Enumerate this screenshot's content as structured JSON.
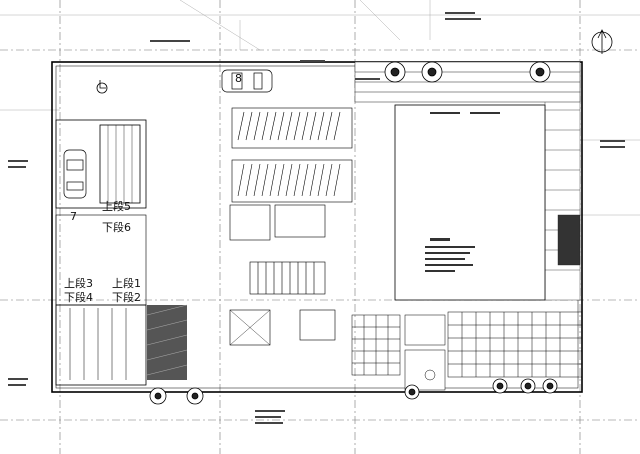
{
  "parking": {
    "label_7": "7",
    "upper_5": "上段5",
    "lower_6": "下段6",
    "upper_3": "上段3",
    "upper_1": "上段1",
    "lower_4": "下段4",
    "lower_2": "下段2",
    "label_8": "8"
  }
}
